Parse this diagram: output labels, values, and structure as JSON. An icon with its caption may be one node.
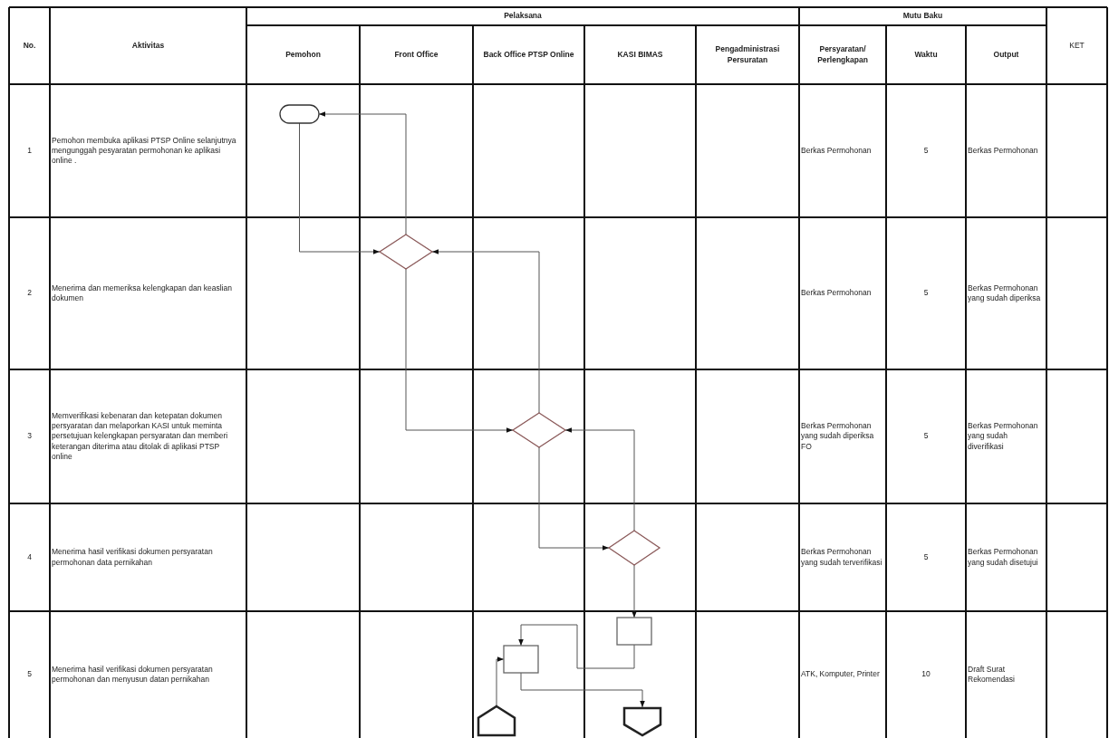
{
  "diagram": {
    "nodes": [
      {
        "text": [],
        "shape": "terminator"
      },
      {
        "text": [],
        "shape": "diamond"
      },
      {
        "text": [],
        "shape": "diamond"
      },
      {
        "text": [],
        "shape": "diamond"
      },
      {
        "text": [],
        "shape": "box"
      },
      {
        "text": [],
        "shape": "box"
      },
      {
        "text": [],
        "shape": "pentagon"
      },
      {
        "text": [],
        "shape": "pentagon"
      }
    ],
    "edges": [
      {
        "from": 0,
        "to": 1,
        "arrow": "to"
      },
      {
        "from": 1,
        "to": 0,
        "arrow": "to"
      },
      {
        "from": 1,
        "to": 2,
        "arrow": "to"
      },
      {
        "from": 2,
        "to": 1,
        "arrow": "to"
      },
      {
        "from": 2,
        "to": 3,
        "arrow": "to"
      },
      {
        "from": 3,
        "to": 2,
        "arrow": "to"
      },
      {
        "from": 3,
        "to": 4,
        "arrow": "to"
      },
      {
        "from": 4,
        "to": 5,
        "arrow": "to"
      },
      {
        "from": 6,
        "to": 5,
        "arrow": "to"
      },
      {
        "from": 5,
        "to": 7,
        "arrow": "to"
      }
    ],
    "labels": [
      "No.",
      "Aktivitas",
      "Pelaksana",
      "Mutu Baku",
      "KET",
      "Pemohon",
      "Front Office",
      "Back Office PTSP Online",
      "KASI BIMAS",
      "Pengadministrasi Persuratan",
      "Persyaratan/ Perlengkapan",
      "Waktu",
      "Output",
      "1",
      "Pemohon membuka aplikasi PTSP Online selanjutnya mengunggah pesyaratan permohonan ke aplikasi online .",
      "Berkas Permohonan",
      "5",
      "Berkas Permohonan",
      "2",
      "Menerima dan memeriksa kelengkapan dan keaslian dokumen",
      "Berkas Permohonan",
      "5",
      "Berkas Permohonan yang sudah diperiksa",
      "3",
      "Memverifikasi kebenaran dan ketepatan dokumen persyaratan dan melaporkan KASI untuk meminta persetujuan kelengkapan persyaratan dan memberi keterangan diterima atau ditolak di aplikasi PTSP online",
      "Berkas Permohonan yang sudah diperiksa FO",
      "5",
      "Berkas Permohonan yang sudah diverifikasi",
      "4",
      "Menerima hasil verifikasi dokumen persyaratan permohonan data pernikahan",
      "Berkas Permohonan yang sudah terverifikasi",
      "5",
      "Berkas Permohonan yang sudah disetujui",
      "5",
      "Menerima hasil verifikasi dokumen persyaratan permohonan dan menyusun datan pernikahan",
      "ATK, Komputer, Printer",
      "10",
      "Draft Surat Rekomendasi"
    ]
  }
}
